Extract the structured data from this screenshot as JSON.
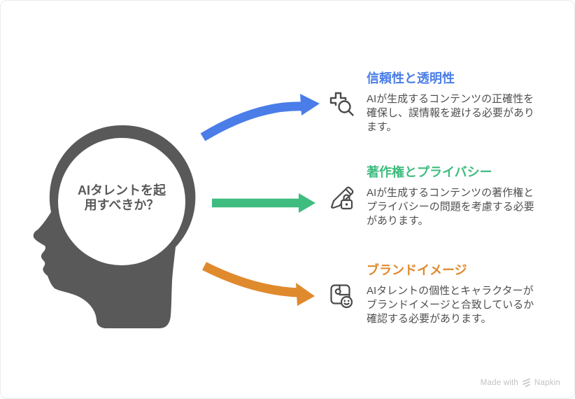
{
  "head": {
    "question_lines": [
      "AIタレントを起",
      "用すべきか？"
    ],
    "silhouette_color": "#595959",
    "text_color": "#595959",
    "circle_color": "#ffffff"
  },
  "sections": [
    {
      "title": "信頼性と透明性",
      "color": "#4A7DE8",
      "body": "AIが生成するコンテンツの正確性を確保し、誤情報を避ける必要があります。",
      "icon": "plus-magnifier-icon"
    },
    {
      "title": "著作権とプライバシー",
      "color": "#3FBC7F",
      "body": "AIが生成するコンテンツの著作権とプライバシーの問題を考慮する必要があります。",
      "icon": "pencil-lock-icon"
    },
    {
      "title": "ブランドイメージ",
      "color": "#E08A2E",
      "body": "AIタレントの個性とキャラクターがブランドイメージと合致しているか確認する必要があります。",
      "icon": "puzzle-smiley-icon"
    }
  ],
  "icon_color": "#4A4A4A",
  "footer": {
    "made_with": "Made with",
    "brand": "Napkin",
    "color": "#C2C2C2"
  }
}
